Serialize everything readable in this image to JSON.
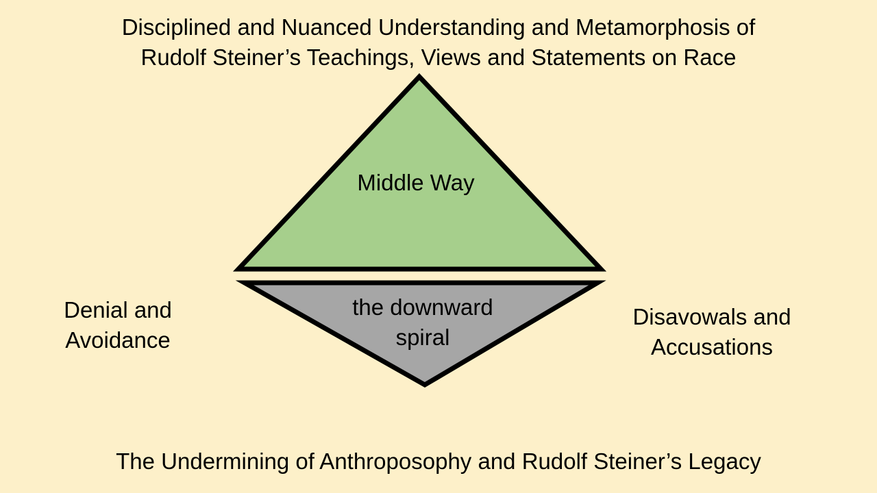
{
  "slide": {
    "background_color": "#FDF0C9",
    "text_color": "#000000",
    "title": {
      "lines": [
        "Disciplined and Nuanced Understanding and Metamorphosis of",
        "Rudolf Steiner’s Teachings, Views and Statements on Race"
      ]
    },
    "top_triangle": {
      "label": "Middle Way",
      "fill": "#A6CF8C",
      "stroke": "#000000"
    },
    "bottom_triangle": {
      "label_lines": [
        "the downward",
        "spiral"
      ],
      "fill": "#A6A6A6",
      "stroke": "#000000"
    },
    "left_label": {
      "lines": [
        "Denial and",
        "Avoidance"
      ]
    },
    "right_label": {
      "lines": [
        "Disavowals and",
        "Accusations"
      ]
    },
    "bottom_caption": "The Undermining of Anthroposophy and Rudolf Steiner’s Legacy"
  }
}
